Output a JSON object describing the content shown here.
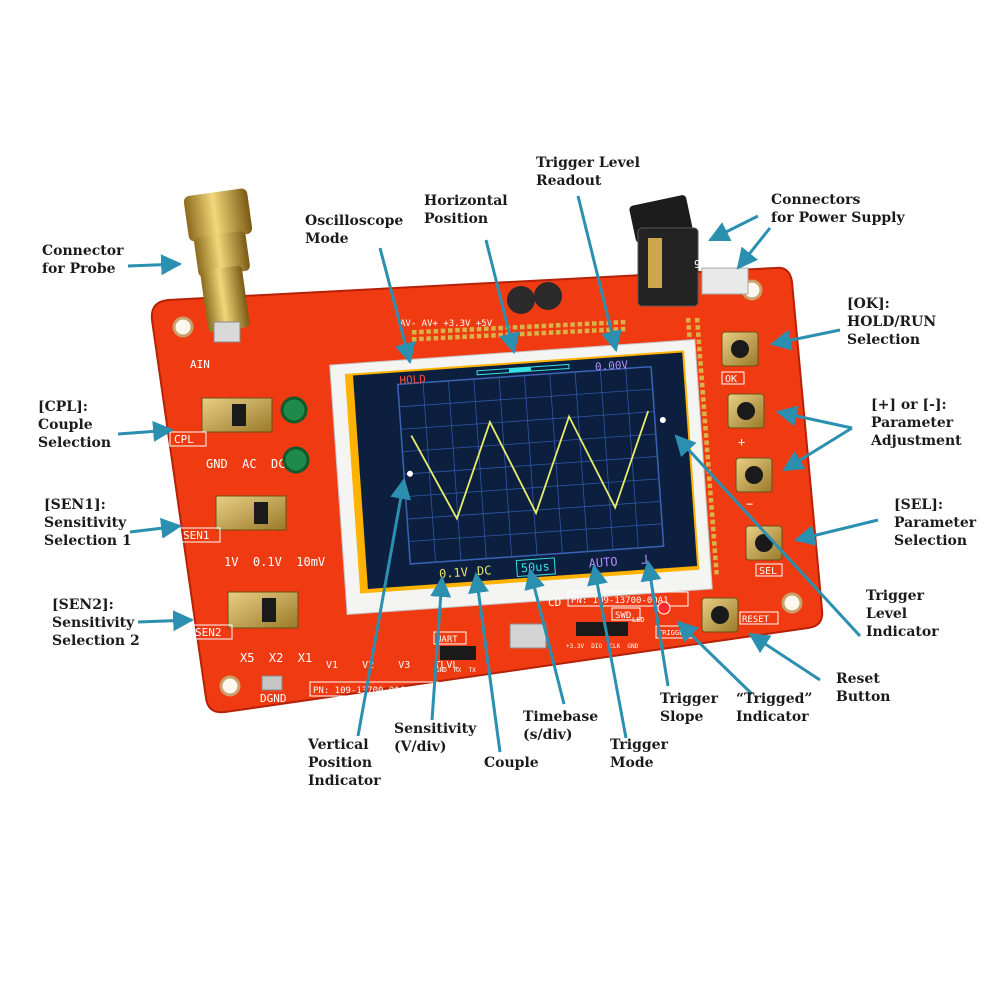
{
  "callouts": {
    "connector_probe": "Connector\nfor Probe",
    "osc_mode": "Oscilloscope\nMode",
    "horizontal_position": "Horizontal\nPosition",
    "trigger_level_readout": "Trigger Level\nReadout",
    "power_connectors": "Connectors\nfor Power Supply",
    "ok_button": "[OK]:\nHOLD/RUN\nSelection",
    "plus_minus": "[+] or [-]:\nParameter\nAdjustment",
    "sel_button": "[SEL]:\nParameter\nSelection",
    "trigger_level_indicator": "Trigger\nLevel\nIndicator",
    "reset_button": "Reset\nButton",
    "trigged_indicator": "“Trigged”\nIndicator",
    "trigger_slope": "Trigger\nSlope",
    "trigger_mode": "Trigger\nMode",
    "timebase": "Timebase\n(s/div)",
    "couple": "Couple",
    "sensitivity": "Sensitivity\n(V/div)",
    "vertical_position_indicator": "Vertical\nPosition\nIndicator",
    "cpl": "[CPL]:\nCouple\nSelection",
    "sen1": "[SEN1]:\nSensitivity\nSelection 1",
    "sen2": "[SEN2]:\nSensitivity\nSelection 2"
  },
  "screen": {
    "mode": "HOLD",
    "trigger_level": "0.00V",
    "sensitivity": "0.1V",
    "couple": "DC",
    "timebase": "50us",
    "trigger_mode": "AUTO",
    "trigger_slope": "ᒧ",
    "waveform_cycles": 3
  },
  "board": {
    "cpl_label": "CPL",
    "cpl_options": "GND  AC  DC",
    "sen1_label": "SEN1",
    "sen1_options": "1V  0.1V  10mV",
    "sen2_label": "SEN2",
    "sen2_options": "X5  X2  X1",
    "ok_label": "OK",
    "plus_label": "+",
    "minus_label": "−",
    "sel_label": "SEL",
    "reset_label": "RESET",
    "pn_left": "PN: 109-13700-00C",
    "pn_right": "PN: 109-13700-00A1",
    "dgnd_label": "DGND",
    "power_label": "9V",
    "voltage_header": "AV-  AV+  +3.3V  +5V",
    "ain_label": "AIN",
    "uart_label": "UART",
    "swd_label": "SWD",
    "trigged_label": "TRIGGED",
    "uart_pins": "GND  RX  TX",
    "swd_pins": "+3.3V  DIO  CLK  GND",
    "v_labels": "V1    V2    V3    TLVL",
    "cd_label": "CD",
    "led_label": "LED"
  },
  "colors": {
    "pcb": "#f03a12",
    "lcd_bg": "#0d1f3f",
    "grid": "#2f57a8",
    "trace": "#e6ef6a",
    "callout_arrow": "#2b8fb0",
    "mode_text": "#ff4a3a",
    "trigger_text": "#b58cff",
    "info_text": "#e8e86a",
    "timebase_text": "#38e0e6"
  }
}
